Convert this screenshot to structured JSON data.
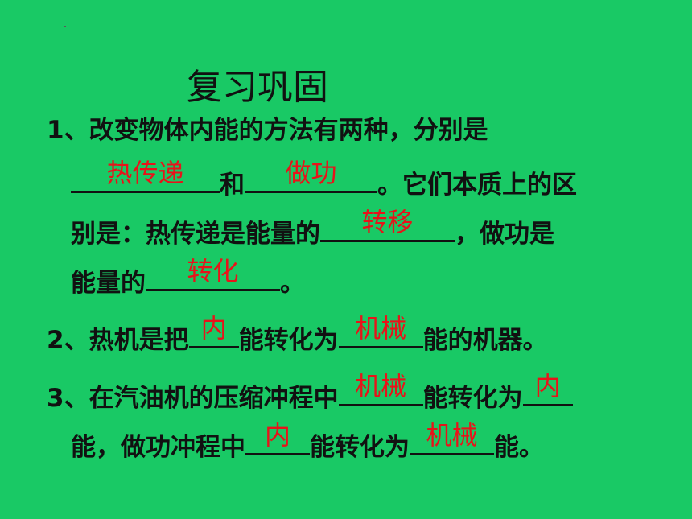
{
  "title": "复习巩固",
  "q1": {
    "line1": "1、改变物体内能的方法有两种，分别是",
    "ans1": "热传递",
    "mid1": "和",
    "ans2": "做功",
    "tail1": "。它们本质上的区",
    "line3_pre": "别是：热传递是能量的",
    "ans3": "转移",
    "line3_post": "，做功是",
    "line4_pre": "能量的",
    "ans4": "转化",
    "line4_post": "。"
  },
  "q2": {
    "pre": "2、热机是把",
    "ans1": "内",
    "mid": "能转化为",
    "ans2": "机械",
    "post": "能的机器。"
  },
  "q3": {
    "pre": "3、在汽油机的压缩冲程中",
    "ans1": "机械",
    "mid": "能转化为",
    "ans2": "内",
    "line2_pre": "能，做功冲程中",
    "ans3": "内",
    "line2_mid": "能转化为",
    "ans4": "机械",
    "line2_post": "能。"
  }
}
